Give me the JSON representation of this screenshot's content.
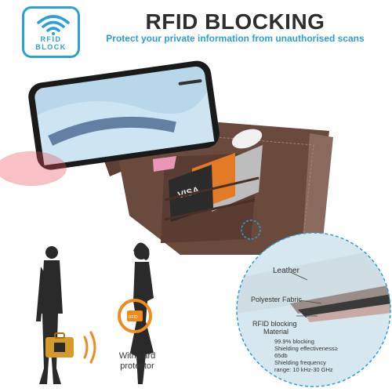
{
  "header": {
    "badge_line1": "RFID",
    "badge_line2": "BLOCK",
    "title": "RFID BLOCKING",
    "subtitle": "Protect your private information from unauthorised scans"
  },
  "people": {
    "card_label_line1": "With card",
    "card_label_line2": "protector",
    "card_chip_text": "RFID"
  },
  "zoom": {
    "layer1": "Leather",
    "layer2": "Polyester Fabric",
    "layer3_line1": "RFID blocking",
    "layer3_line2": "Material",
    "spec1": "99.9% blocking",
    "spec2": "Shielding effectiveness≥",
    "spec3": "65db",
    "spec4": "Shielding frequency",
    "spec5": "range: 10 kHz-30 GHz"
  },
  "colors": {
    "accent": "#2a9fd8",
    "leather": "#6b4a3e",
    "title": "#2e2e2e"
  }
}
